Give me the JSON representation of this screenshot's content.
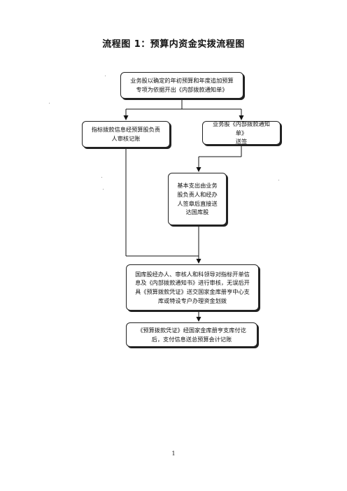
{
  "page": {
    "title": "流程图 1：预算内资金实拨流程图",
    "page_number": "1"
  },
  "diagram": {
    "nodes": [
      {
        "id": "n1",
        "text": "业务股以确定的年初预算和年度追加预算\n专项为依据开出《内部拨款通知单》"
      },
      {
        "id": "n2",
        "text": "指标拨款信息经预算股负责\n人审核记账"
      },
      {
        "id": "n3",
        "text": "业务股《内部拨款通知单》\n送签"
      },
      {
        "id": "n4",
        "text": "基本支出由业务\n股负责人和经办\n人签章后直接送\n达国库股"
      },
      {
        "id": "n5",
        "text": "国库股经办人、审核人和科领导对指标开单信\n息及《内部拨款通知书》进行审核，无误后开\n具《预算拨款凭证》送交国家金库册亨中心支\n库或特设专户办理资金划拨"
      },
      {
        "id": "n6",
        "text": "《预算拨款凭证》经国家金库册亨支库付讫\n后，支付信息送总预算会计记账"
      }
    ],
    "edges": [
      {
        "from": "n1",
        "to": "n2"
      },
      {
        "from": "n1",
        "to": "n3"
      },
      {
        "from": "n3",
        "to": "n4"
      },
      {
        "from": "n2",
        "to": "n5"
      },
      {
        "from": "n4",
        "to": "n5"
      },
      {
        "from": "n5",
        "to": "n6"
      }
    ]
  }
}
